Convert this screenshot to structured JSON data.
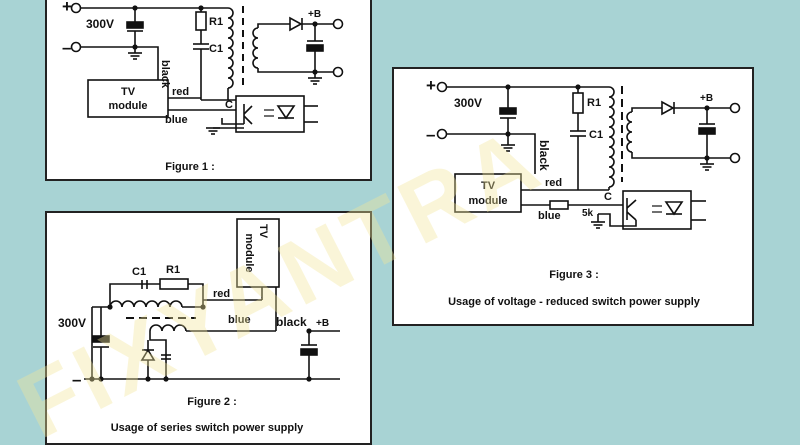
{
  "watermark": "FIXYANTRA",
  "figure1": {
    "caption": "Figure 1 :",
    "plus": "+",
    "minus": "–",
    "voltage": "300V",
    "r1": "R1",
    "c1": "C1",
    "plus_b": "+B",
    "black": "black",
    "red": "red",
    "blue": "blue",
    "c": "C",
    "tv_line1": "TV",
    "tv_line2": "module"
  },
  "figure2": {
    "caption": "Figure 2 :",
    "subtitle": "Usage of series switch power supply",
    "c1": "C1",
    "r1": "R1",
    "red": "red",
    "blue": "blue",
    "black": "black",
    "plus_b": "+B",
    "voltage": "300V",
    "minus": "–",
    "tv_line1": "TV",
    "tv_line2": "module"
  },
  "figure3": {
    "caption": "Figure 3 :",
    "subtitle": "Usage of voltage - reduced switch power supply",
    "plus": "+",
    "minus": "–",
    "voltage": "300V",
    "r1": "R1",
    "c1": "C1",
    "plus_b": "+B",
    "black": "black",
    "red": "red",
    "blue": "blue",
    "c": "C",
    "r5k": "5k",
    "tv_line1": "TV",
    "tv_line2": "module"
  }
}
